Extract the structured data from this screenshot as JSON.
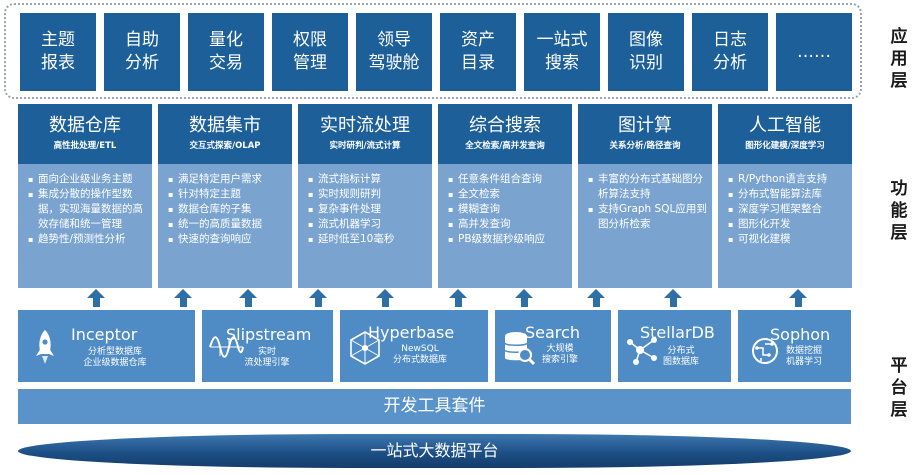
{
  "layers": {
    "application": [
      "应",
      "用",
      "层"
    ],
    "function": [
      "功",
      "能",
      "层"
    ],
    "platform": [
      "平",
      "台",
      "层"
    ]
  },
  "apps": [
    [
      "主题",
      "报表"
    ],
    [
      "自助",
      "分析"
    ],
    [
      "量化",
      "交易"
    ],
    [
      "权限",
      "管理"
    ],
    [
      "领导",
      "驾驶舱"
    ],
    [
      "资产",
      "目录"
    ],
    [
      "一站式",
      "搜索"
    ],
    [
      "图像",
      "识别"
    ],
    [
      "日志",
      "分析"
    ],
    [
      "……"
    ]
  ],
  "functions": [
    {
      "title": "数据仓库",
      "subtitle": "高性批处理/ETL",
      "items": [
        "面向企业级业务主题",
        "集成分散的操作型数据，实现海量数据的高效存储和统一管理",
        "趋势性/预测性分析"
      ]
    },
    {
      "title": "数据集市",
      "subtitle": "交互式探索/OLAP",
      "items": [
        "满足特定用户需求",
        "针对特定主题",
        "数据仓库的子集",
        "统一的高质量数据",
        "快速的查询响应"
      ]
    },
    {
      "title": "实时流处理",
      "subtitle": "实时研判/流式计算",
      "items": [
        "流式指标计算",
        "实时规则研判",
        "复杂事件处理",
        "流式机器学习",
        "延时低至10毫秒"
      ]
    },
    {
      "title": "综合搜索",
      "subtitle": "全文检索/高并发查询",
      "items": [
        "任意条件组合查询",
        "全文检索",
        "模糊查询",
        "高并发查询",
        "PB级数据秒级响应"
      ]
    },
    {
      "title": "图计算",
      "subtitle": "关系分析/路径查询",
      "items": [
        "丰富的分布式基础图分析算法支持",
        "支持Graph SQL应用到图分析检索"
      ]
    },
    {
      "title": "人工智能",
      "subtitle": "图形化建模/深度学习",
      "items": [
        "R/Python语言支持",
        "分布式智能算法库",
        "深度学习框架整合",
        "图形化开发",
        "可视化建模"
      ]
    }
  ],
  "products": [
    {
      "name": "Inceptor",
      "desc": [
        "分析型数据库",
        "企业级数据仓库"
      ],
      "icon": "rocket-icon"
    },
    {
      "name": "Slipstream",
      "desc": [
        "实时",
        "流处理引擎"
      ],
      "icon": "wave-icon"
    },
    {
      "name": "Hyperbase",
      "desc": [
        "NewSQL",
        "分布式数据库"
      ],
      "icon": "cube-icon"
    },
    {
      "name": "Search",
      "desc": [
        "大规模",
        "搜索引擎"
      ],
      "icon": "database-search-icon"
    },
    {
      "name": "StellarDB",
      "desc": [
        "分布式",
        "图数据库"
      ],
      "icon": "graph-icon"
    },
    {
      "name": "Sophon",
      "desc": [
        "数据挖掘",
        "机器学习"
      ],
      "icon": "brain-icon"
    }
  ],
  "dev_tools": "开发工具套件",
  "platform": "一站式大数据平台",
  "colors": {
    "dark_blue": "#1c5f99",
    "light_blue": "#7aa4cf",
    "mid_blue": "#4f8bc4"
  }
}
